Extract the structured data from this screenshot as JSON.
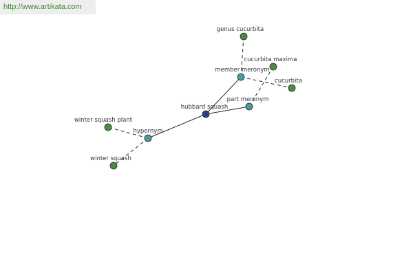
{
  "site": {
    "url": "http://www.artikata.com"
  },
  "colors": {
    "focus_node": "#2e3f8f",
    "relation_node": "#4d9a9a",
    "term_node": "#4d8c3e",
    "edge": "#222222",
    "label": "#333333",
    "url_text": "#3a8a2a"
  },
  "graph": {
    "nodes": [
      {
        "id": "hubbard-squash",
        "label": "hubbard squash",
        "kind": "focus"
      },
      {
        "id": "member-meronym",
        "label": "member meronym",
        "kind": "relation"
      },
      {
        "id": "part-meronym",
        "label": "part meronym",
        "kind": "relation"
      },
      {
        "id": "hypernym",
        "label": "hypernym",
        "kind": "relation"
      },
      {
        "id": "genus-cucurbita",
        "label": "genus cucurbita",
        "kind": "term"
      },
      {
        "id": "cucurbita-maxima",
        "label": "cucurbita maxima",
        "kind": "term"
      },
      {
        "id": "cucurbita",
        "label": "cucurbita",
        "kind": "term"
      },
      {
        "id": "winter-squash-plant",
        "label": "winter squash plant",
        "kind": "term"
      },
      {
        "id": "winter-squash",
        "label": "winter squash",
        "kind": "term"
      }
    ],
    "edges": [
      {
        "from": "hubbard-squash",
        "to": "member-meronym",
        "style": "solid"
      },
      {
        "from": "hubbard-squash",
        "to": "part-meronym",
        "style": "solid"
      },
      {
        "from": "hubbard-squash",
        "to": "hypernym",
        "style": "solid"
      },
      {
        "from": "member-meronym",
        "to": "genus-cucurbita",
        "style": "dashed"
      },
      {
        "from": "member-meronym",
        "to": "cucurbita",
        "style": "dashed"
      },
      {
        "from": "part-meronym",
        "to": "cucurbita-maxima",
        "style": "dashed"
      },
      {
        "from": "hypernym",
        "to": "winter-squash-plant",
        "style": "dashed"
      },
      {
        "from": "hypernym",
        "to": "winter-squash",
        "style": "dashed"
      }
    ]
  }
}
